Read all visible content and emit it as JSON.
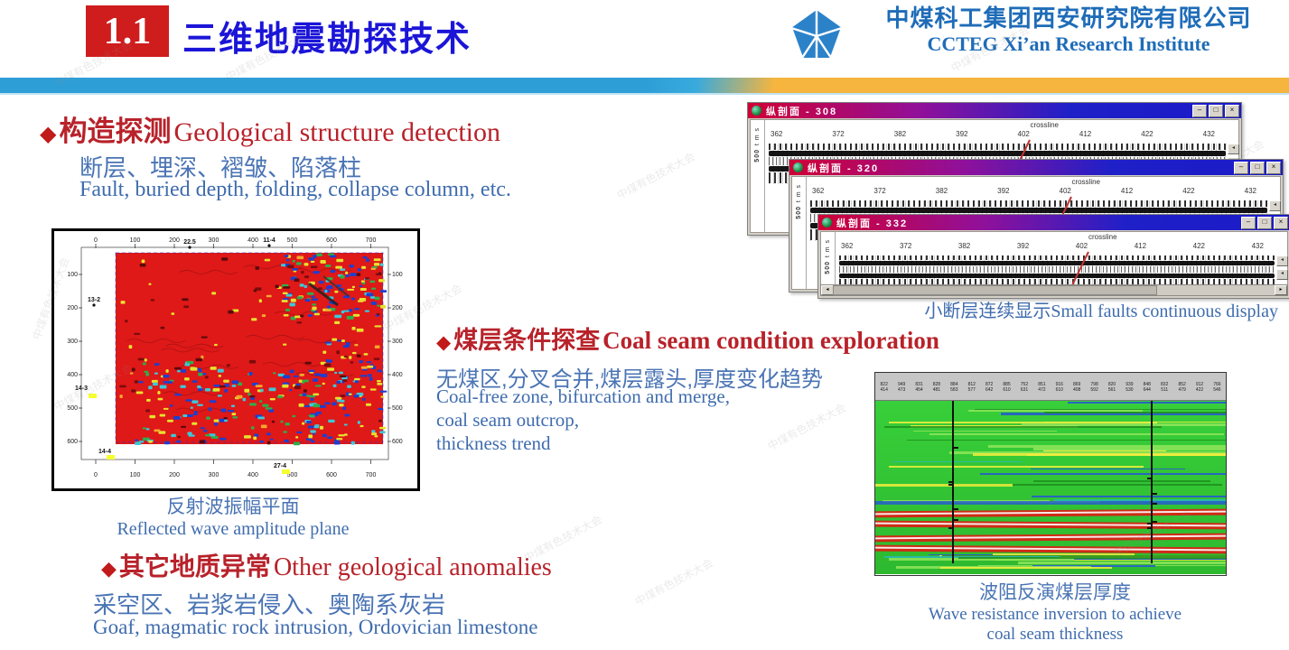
{
  "bullet": "◆",
  "slide": {
    "section_number": "1.1",
    "title": "三维地震勘探技术",
    "org_cn": "中煤科工集团西安研究院有限公司",
    "org_en": "CCTEG Xi’an Research Institute",
    "watermark": "中煤有色技术大会"
  },
  "sections": {
    "structure": {
      "heading_cn": "构造探测",
      "heading_en": "Geological structure detection",
      "sub_cn": "断层、埋深、褶皱、陷落柱",
      "sub_en": "Fault, buried depth, folding, collapse column, etc."
    },
    "coal": {
      "heading_cn": "煤层条件探查",
      "heading_en": "Coal seam condition exploration",
      "sub_cn": "无煤区,分叉合并,煤层露头,厚度变化趋势",
      "sub_en1": "Coal-free zone, bifurcation and merge,",
      "sub_en2": "coal seam outcrop,",
      "sub_en3": "thickness trend"
    },
    "other": {
      "heading_cn": "其它地质异常",
      "heading_en": "Other geological anomalies",
      "sub_cn": "采空区、岩浆岩侵入、奥陶系灰岩",
      "sub_en": "Goaf, magmatic rock intrusion, Ordovician limestone"
    }
  },
  "figures": {
    "amplitude_map": {
      "caption_cn": "反射波振幅平面",
      "caption_en": "Reflected wave amplitude plane",
      "x_ticks": [
        "0",
        "100",
        "200",
        "300",
        "400",
        "500",
        "600",
        "700"
      ],
      "y_ticks": [
        "100",
        "200",
        "300",
        "400",
        "500",
        "600"
      ],
      "point_labels": [
        "22.5",
        "11-4",
        "13-2",
        "14-3",
        "14-4",
        "27-4"
      ]
    },
    "seismic_windows": {
      "caption": "小断层连续显示Small faults continuous display",
      "window_titles": [
        "纵剖面 - 308",
        "纵剖面 - 320",
        "纵剖面 - 332"
      ],
      "axis_label": "crossline",
      "x_ticks": [
        "362",
        "372",
        "382",
        "392",
        "402",
        "412",
        "422",
        "432"
      ],
      "y_axis_label": "t m s",
      "y_tick": "500",
      "controls": [
        "–",
        "□",
        "×"
      ]
    },
    "inversion": {
      "caption_cn": "波阻反演煤层厚度",
      "caption_en1": "Wave resistance inversion to achieve",
      "caption_en2": "coal seam thickness"
    }
  },
  "colors": {
    "title_blue": "#1b15d8",
    "org_blue": "#1e6cb8",
    "heading_red": "#b8222a",
    "body_blue": "#4a74b4",
    "bar_blue": "#2e9ed6",
    "bar_gold": "#f5b53e",
    "number_box_red": "#cf1d1d",
    "window_titlebar_left": "#d00035",
    "window_titlebar_right": "#1a1ac8"
  }
}
